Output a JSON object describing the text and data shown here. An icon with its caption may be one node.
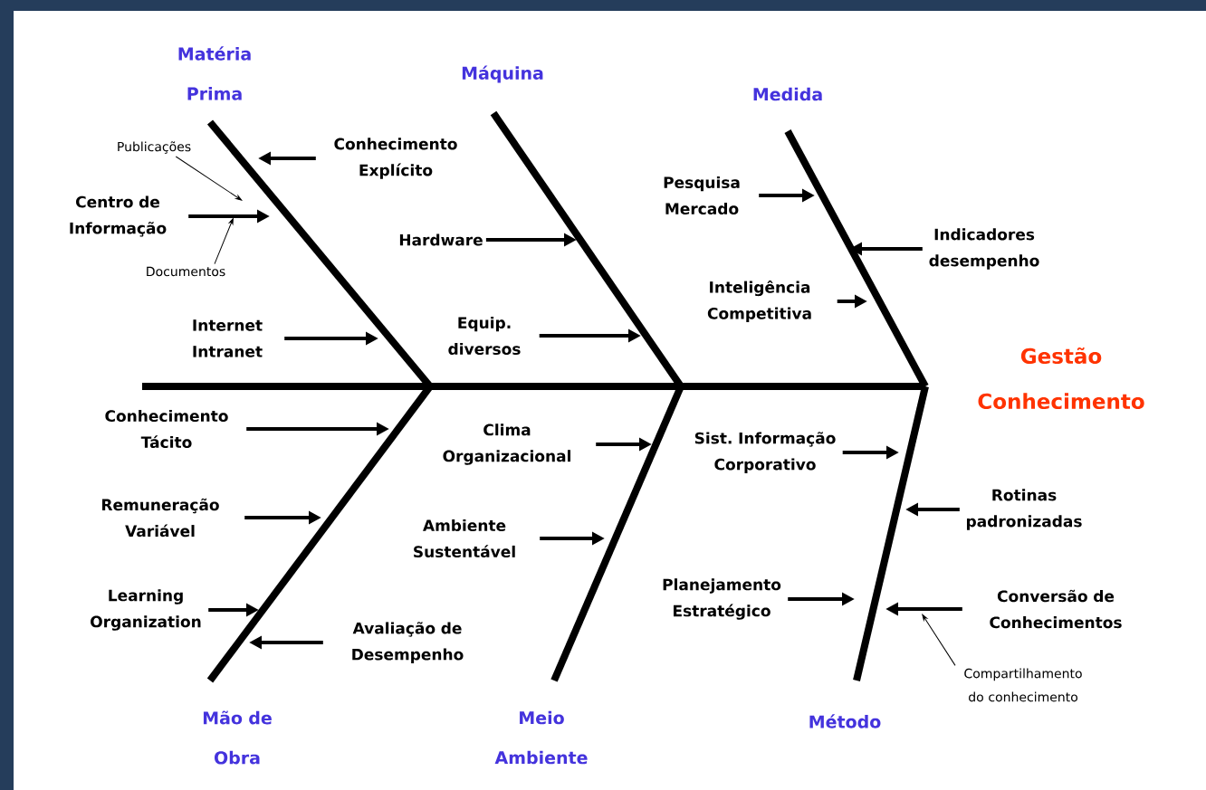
{
  "diagram": {
    "nodes": [
      {
        "text": [
          "Publicações"
        ]
      },
      {
        "text": [
          "Conhecimento Explícito"
        ]
      },
      {
        "text": [
          "Centro de Informação"
        ]
      },
      {
        "text": [
          "Documentos"
        ]
      },
      {
        "text": [
          "Hardware"
        ]
      },
      {
        "text": [
          "Pesquisa Mercado"
        ]
      },
      {
        "text": [
          "Indicadores desempenho"
        ]
      },
      {
        "text": [
          "Internet Intranet"
        ]
      },
      {
        "text": [
          "Equip. diversos"
        ]
      },
      {
        "text": [
          "Inteligência Competitiva"
        ]
      },
      {
        "text": [
          "Conhecimento Tácito"
        ]
      },
      {
        "text": [
          "Clima Organizacional"
        ]
      },
      {
        "text": [
          "Sist. Informação Corporativo"
        ]
      },
      {
        "text": [
          "Remuneração Variável"
        ]
      },
      {
        "text": [
          "Ambiente Sustentável"
        ]
      },
      {
        "text": [
          "Rotinas padronizadas"
        ]
      },
      {
        "text": [
          "Learning Organization"
        ]
      },
      {
        "text": [
          "Avaliação de Desempenho"
        ]
      },
      {
        "text": [
          "Planejamento Estratégico"
        ]
      },
      {
        "text": [
          "Conversão de Conhecimentos"
        ]
      },
      {
        "text": [
          "Compartilhamento do conhecimento"
        ]
      }
    ],
    "edges": [
      {
        "from": 0,
        "to": null,
        "arrow": "to"
      },
      {
        "from": 1,
        "to": null,
        "arrow": "to"
      },
      {
        "from": 2,
        "to": null,
        "arrow": "to"
      },
      {
        "from": 3,
        "to": null,
        "arrow": "to"
      },
      {
        "from": 4,
        "to": null,
        "arrow": "to"
      },
      {
        "from": 5,
        "to": null,
        "arrow": "to"
      },
      {
        "from": 6,
        "to": null,
        "arrow": "to"
      },
      {
        "from": 7,
        "to": null,
        "arrow": "to"
      },
      {
        "from": 8,
        "to": null,
        "arrow": "to"
      },
      {
        "from": 9,
        "to": null,
        "arrow": "to"
      },
      {
        "from": 10,
        "to": null,
        "arrow": "to"
      },
      {
        "from": 11,
        "to": null,
        "arrow": "to"
      },
      {
        "from": 12,
        "to": null,
        "arrow": "to"
      },
      {
        "from": 13,
        "to": null,
        "arrow": "to"
      },
      {
        "from": 14,
        "to": null,
        "arrow": "to"
      },
      {
        "from": 15,
        "to": null,
        "arrow": "to"
      },
      {
        "from": 16,
        "to": null,
        "arrow": "to"
      },
      {
        "from": 17,
        "to": null,
        "arrow": "to"
      },
      {
        "from": 18,
        "to": null,
        "arrow": "to"
      },
      {
        "from": 19,
        "to": null,
        "arrow": "to"
      },
      {
        "from": 20,
        "to": null,
        "arrow": "to"
      }
    ],
    "labels": [
      "Matéria Prima",
      "Máquina",
      "Medida",
      "Gestão Conhecimento",
      "Mão de Obra",
      "Meio Ambiente",
      "Método"
    ]
  }
}
